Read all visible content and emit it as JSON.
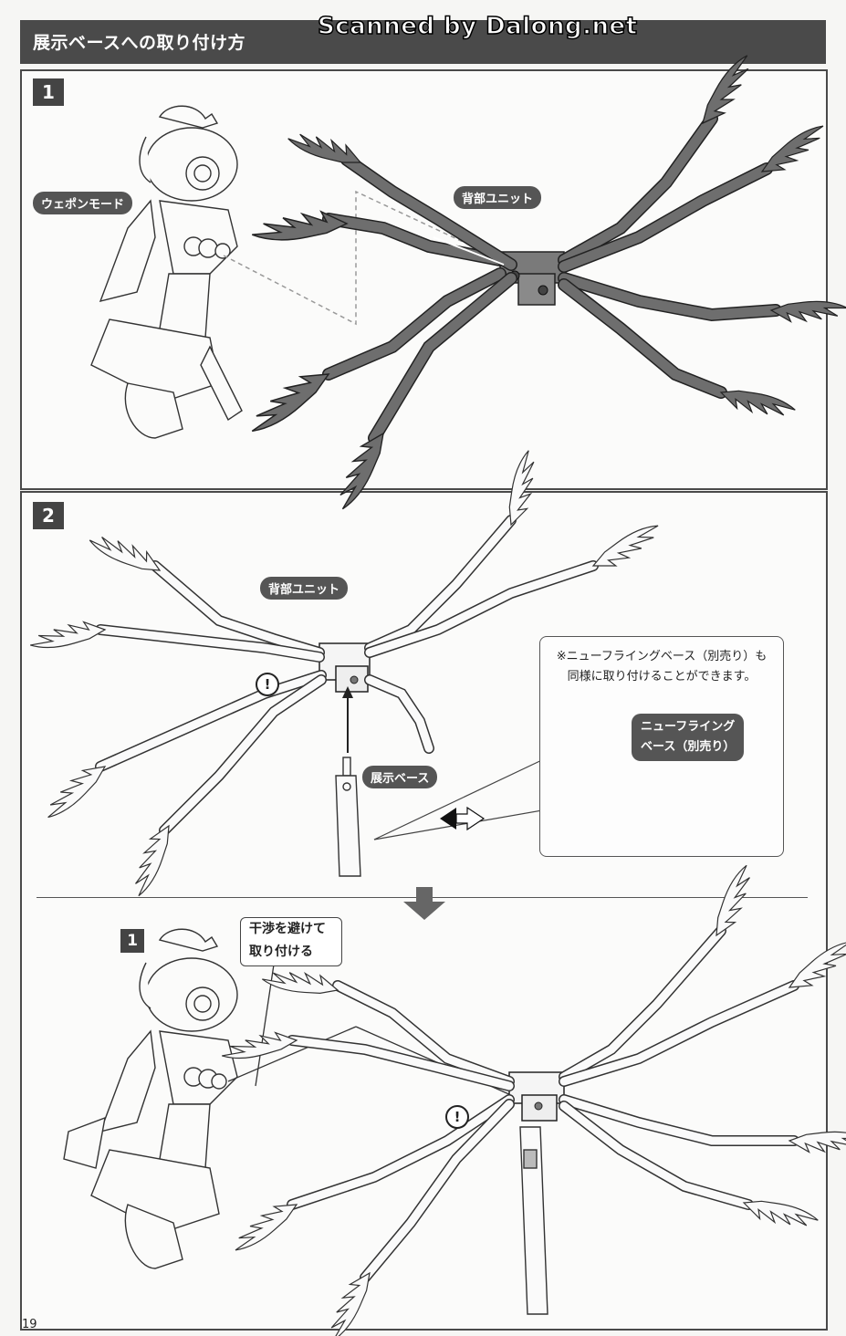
{
  "header": {
    "title": "展示ベースへの取り付け方"
  },
  "watermark": "Scanned by Dalong.net",
  "steps": {
    "step1": {
      "number": "1",
      "labels": {
        "weapon_mode": "ウェポンモード",
        "back_unit": "背部ユニット"
      }
    },
    "step2": {
      "number": "2",
      "labels": {
        "back_unit": "背部ユニット",
        "display_base": "展示ベース"
      },
      "note": {
        "line1": "※ニューフライングベース（別売り）も",
        "line2": "同様に取り付けることができます。",
        "label_line1": "ニューフライング",
        "label_line2": "ベース（別売り）"
      }
    },
    "step3": {
      "number": "1",
      "callout_line1": "干渉を避けて",
      "callout_line2": "取り付ける"
    }
  },
  "warning_symbol": "!",
  "page_number": "19",
  "colors": {
    "header_bg": "#4a4a4a",
    "part_fill": "#6e6e6e",
    "line": "#333333",
    "pill_bg": "#555555"
  }
}
